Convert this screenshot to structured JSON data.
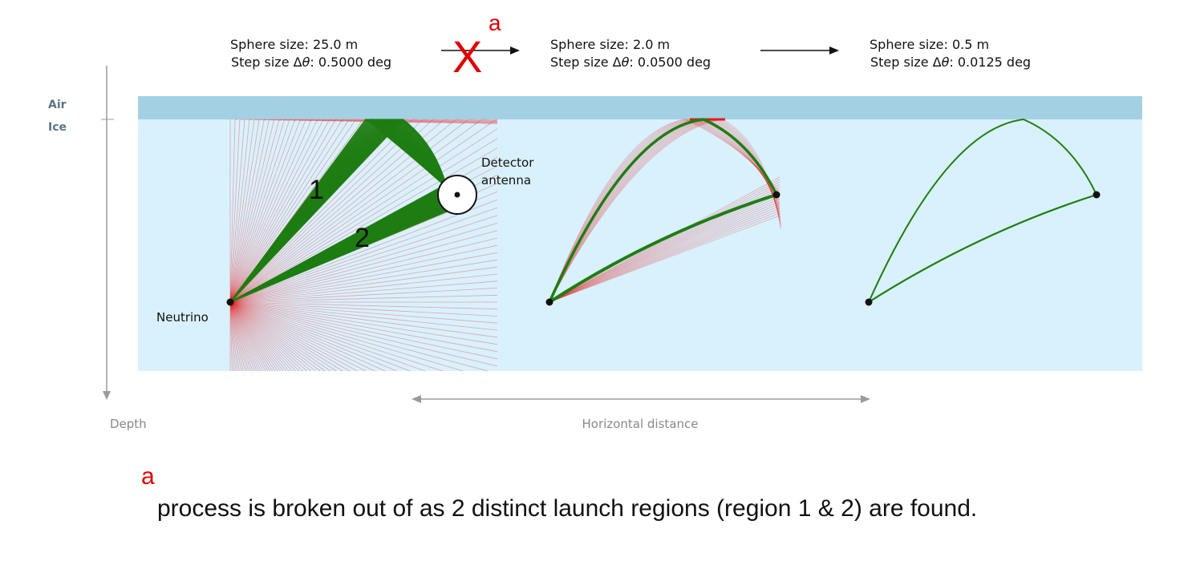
{
  "labels": {
    "air": "Air",
    "ice": "Ice",
    "depth": "Depth",
    "horizontal": "Horizontal distance",
    "neutrino": "Neutrino",
    "detector_line1": "Detector",
    "detector_line2": "antenna",
    "region1": "1",
    "region2": "2"
  },
  "stages": [
    {
      "sphere": "Sphere size: 25.0 m",
      "step_prefix": "Step size Δ",
      "step_var": "θ",
      "step_suffix": ": 0.5000 deg"
    },
    {
      "sphere": "Sphere size: 2.0 m",
      "step_prefix": "Step size Δ",
      "step_var": "θ",
      "step_suffix": ": 0.0500 deg"
    },
    {
      "sphere": "Sphere size: 0.5 m",
      "step_prefix": "Step size Δ",
      "step_var": "θ",
      "step_suffix": ": 0.0125 deg"
    }
  ],
  "stop_marker": {
    "symbol": "X",
    "superscript": "a"
  },
  "footnote": {
    "mark": "a",
    "text": "process is broken out of as 2 distinct launch regions (region 1 & 2) are found."
  },
  "colors": {
    "air": "#a3d1e3",
    "ice": "#d9f1fc",
    "ray_red": "#e41a1c",
    "ray_green": "#1e7d12",
    "axis_gray": "#888888",
    "stop_red": "#e00000"
  }
}
